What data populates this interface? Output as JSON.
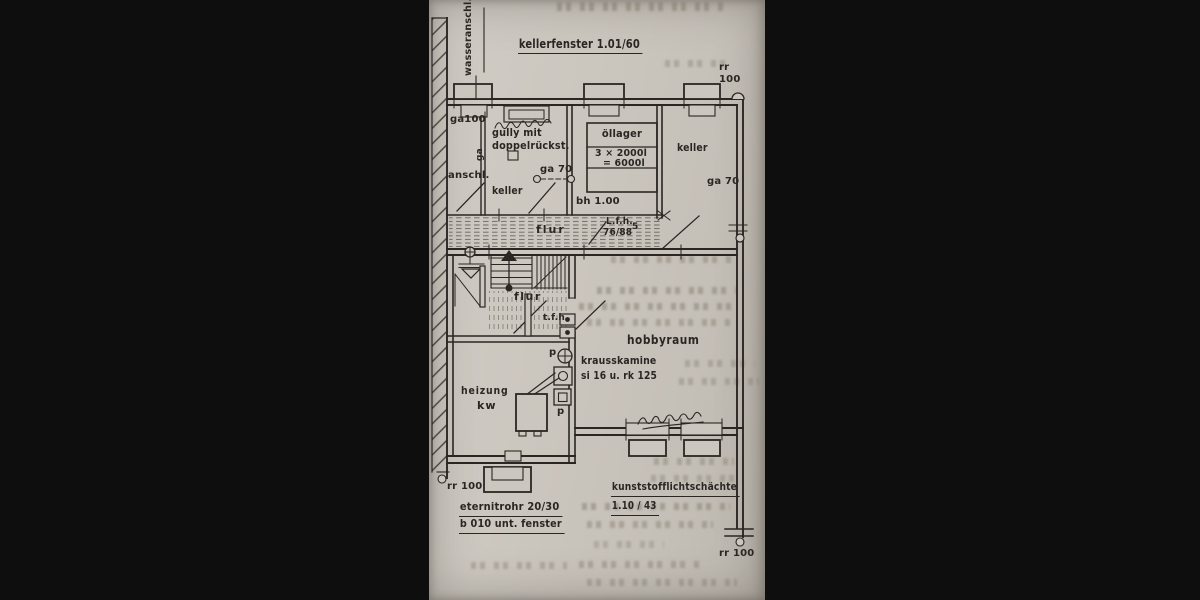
{
  "colors": {
    "background": "#0e0e0e",
    "paper": "#cbc6be",
    "ink": "#2b2622"
  },
  "plan": {
    "header": {
      "wasseranschl": "wasseranschl.",
      "kellerfenster": "kellerfenster  1.01/60",
      "rr_top_right": "rr\n100"
    },
    "left_wing": {
      "ga100": "ga100",
      "ga_pipe": "ga",
      "gully": "gully mit\ndoppelrückst.",
      "anschl": "anschl.",
      "keller": "keller",
      "ga70": "ga 70"
    },
    "oil_room": {
      "title": "öllager",
      "calc_line1": "3 × 2000l",
      "calc_line2": "= 6000l",
      "bh": "bh 1.00"
    },
    "right_keller": {
      "keller": "keller",
      "ga70": "ga 70"
    },
    "corridor": {
      "flur": "flur",
      "lfh_abbr": "L.f.h.",
      "lfh_size": "76/88",
      "lfh_sup": "5"
    },
    "stair_hall": {
      "flur": "flur",
      "tfh": "t.f.h."
    },
    "hobby_room": {
      "name": "hobbyraum",
      "kamin_line1": "krausskamine",
      "kamin_line2": "si 16 u. rk 125"
    },
    "heizung_room": {
      "name": "heizung",
      "kw": "kw",
      "p_upper": "p",
      "p_lower": "p"
    },
    "footer": {
      "rr_bottom_left": "rr 100",
      "eternitrohr": "eternitrohr 20/30",
      "b010": "b 010 unt. fenster",
      "lichtschaechte": "kunststofflichtschächte",
      "lichtschaechte_size": "1.10 / 43",
      "rr_bottom_right": "rr 100"
    }
  }
}
